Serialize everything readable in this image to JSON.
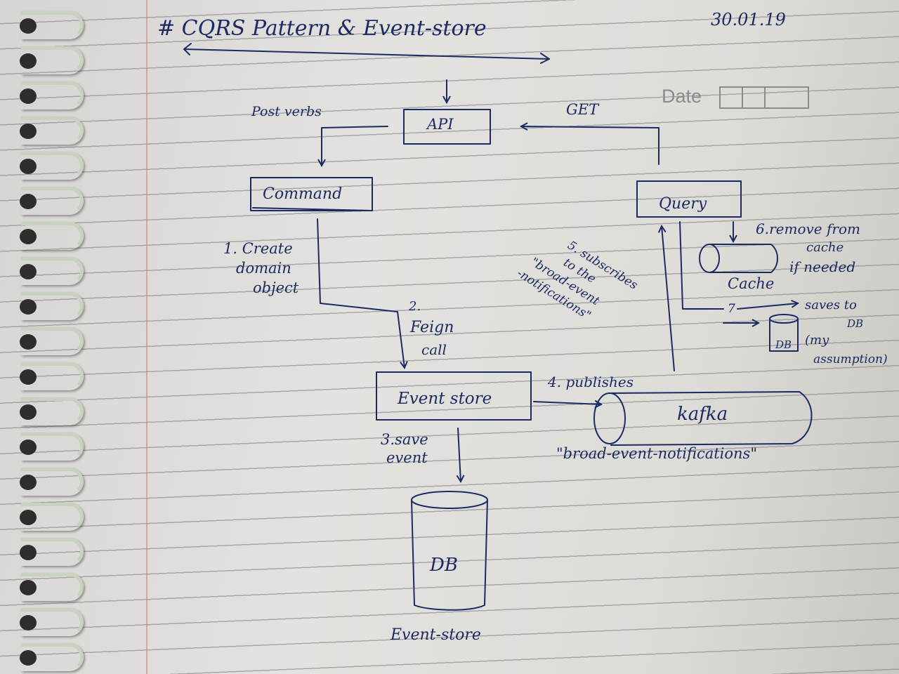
{
  "heading": {
    "title": "# CQRS Pattern & Event-store",
    "date": "30.01.19",
    "date_label": "Date"
  },
  "nodes": {
    "api": "API",
    "command": "Command",
    "query": "Query",
    "event_store": "Event store",
    "kafka": "kafka",
    "cache": "Cache",
    "db_small": "DB",
    "db_main": "DB",
    "db_caption": "Event-store"
  },
  "labels": {
    "post_verbs": "Post verbs",
    "get": "GET",
    "step1": [
      "1. Create",
      "domain",
      "object"
    ],
    "step2": [
      "2.",
      "Feign",
      "call"
    ],
    "step3": [
      "3.save",
      "event"
    ],
    "step4": "4. publishes",
    "topic": "\"broad-event-notifications\"",
    "step5": [
      "5. subscribes",
      "to the",
      "\"broad-event",
      "-notifications\""
    ],
    "step6": [
      "6.remove from",
      "cache",
      "if needed"
    ],
    "step7": "7",
    "saves_to_db": [
      "saves to",
      "DB"
    ],
    "my_assumption": [
      "(my",
      "assumption)"
    ]
  }
}
